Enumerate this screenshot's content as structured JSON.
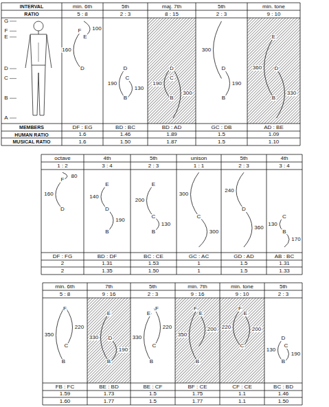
{
  "diagram": {
    "labels": [
      "INTERVAL",
      "RATIO",
      "G",
      "F",
      "E",
      "D",
      "C",
      "B",
      "A",
      "MEMBERS",
      "HUMAN RATIO",
      "MUSICAL RATIO",
      "min. 6th",
      "5 : 8",
      "F",
      "100",
      "E",
      "160",
      "D",
      "DF : EG",
      "1.6",
      "1.6",
      "5th",
      "2 : 3",
      "D",
      "190",
      "C",
      "130",
      "B",
      "BD : BC",
      "1.46",
      "1.50",
      "maj. 7th",
      "8 : 15",
      "D",
      "C",
      "190",
      "300",
      "B",
      "BD : AD",
      "1.89",
      "1.87",
      "5th",
      "2 : 3",
      "300",
      "D",
      "190",
      "B",
      "GC : DB",
      "1.5",
      "1.5",
      "min. tone",
      "9 : 10",
      "E",
      "D",
      "330",
      "360",
      "B",
      "AD : BE",
      "1.09",
      "1.10",
      "octave",
      "1 : 2",
      "80",
      "F",
      "160",
      "D",
      "DF : FG",
      "2",
      "2",
      "4th",
      "3 : 4",
      "E",
      "140",
      "D",
      "190",
      "B",
      "BD : DF",
      "1.31",
      "1.35",
      "5th",
      "2 : 3",
      "E",
      "200",
      "C",
      "130",
      "B",
      "BC : CE",
      "1.53",
      "1.50",
      "unison",
      "1 : 1",
      "300",
      "C",
      "300",
      "GC : AC",
      "1",
      "1",
      "5th",
      "2 : 3",
      "240",
      "D",
      "360",
      "GD : AD",
      "1.5",
      "1.5",
      "4th",
      "3 : 4",
      "C",
      "130",
      "B",
      "170",
      "AB : BC",
      "1.31",
      "1.33",
      "min. 6th",
      "5 : 8",
      "F",
      "220",
      "350",
      "C",
      "B",
      "FB : FC",
      "1.59",
      "1.60",
      "7th",
      "9 : 16",
      "E",
      "D",
      "330",
      "190",
      "B",
      "BE : BD",
      "1.73",
      "1.77",
      "5th",
      "2 : 3",
      "F",
      "E",
      "330",
      "220",
      "C",
      "B",
      "BE : CF",
      "1.5",
      "1.5",
      "min. 7th",
      "9 : 16",
      "F",
      "E",
      "350",
      "200",
      "B",
      "BF : CE",
      "1.75",
      "1.77",
      "min. tone",
      "9 : 10",
      "F",
      "E",
      "220",
      "200",
      "C",
      "CF : CE",
      "1.1",
      "1.1",
      "5th",
      "2 : 3",
      "D",
      "C",
      "130",
      "190",
      "B",
      "BC : BD",
      "1.46",
      "1.50"
    ]
  }
}
